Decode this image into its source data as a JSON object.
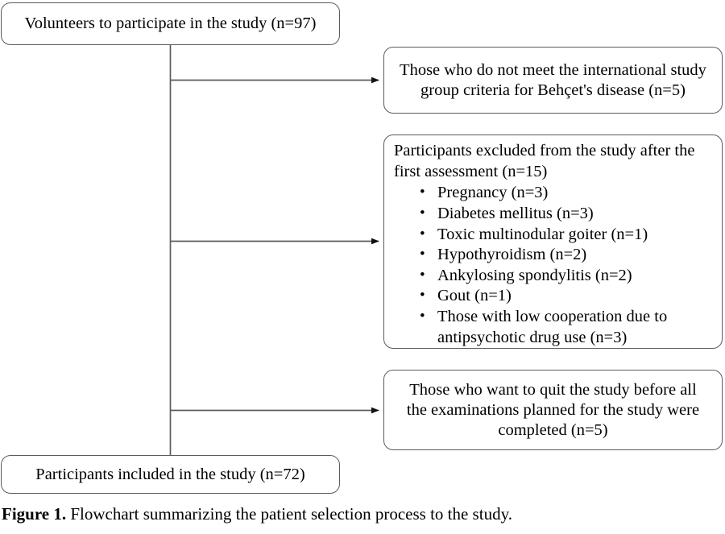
{
  "figure": {
    "caption_label": "Figure 1.",
    "caption_text": " Flowchart summarizing the patient selection process to the study."
  },
  "flowchart": {
    "type": "flowchart",
    "orientation": "vertical-with-right-branches",
    "line_color": "#5b5b5b",
    "text_color": "#000000",
    "background_color": "#ffffff",
    "nodes": {
      "enrolled": {
        "label": "Volunteers to participate in the study (n=97)",
        "n": 97,
        "role": "start"
      },
      "excluded_criteria": {
        "label": "Those who do not meet the international study group criteria for Behçet's disease (n=5)",
        "line1": "Those who do not meet the international study",
        "line2": "group criteria for Behçet's disease (n=5)",
        "n": 5,
        "role": "exclusion"
      },
      "excluded_first_assessment": {
        "heading_line1": "Participants excluded from the study after the",
        "heading_line2": "first assessment (n=15)",
        "n": 15,
        "role": "exclusion",
        "bullet_glyph": "•",
        "items": [
          {
            "label": "Pregnancy (n=3)",
            "n": 3
          },
          {
            "label": "Diabetes mellitus (n=3)",
            "n": 3
          },
          {
            "label": "Toxic multinodular goiter (n=1)",
            "n": 1
          },
          {
            "label": "Hypothyroidism (n=2)",
            "n": 2
          },
          {
            "label": "Ankylosing spondylitis (n=2)",
            "n": 2
          },
          {
            "label": "Gout (n=1)",
            "n": 1
          },
          {
            "label": "Those with low cooperation due to antipsychotic drug use (n=3)",
            "line1": "Those with low cooperation due to",
            "line2": "antipsychotic drug use (n=3)",
            "n": 3
          }
        ]
      },
      "excluded_quit": {
        "label": "Those who want to quit the study before all the examinations planned for the study were completed (n=5)",
        "line1": "Those who want to quit the study before all",
        "line2": "the examinations planned for the study were",
        "line3": "completed (n=5)",
        "n": 5,
        "role": "exclusion"
      },
      "included": {
        "label": "Participants included in the study (n=72)",
        "n": 72,
        "role": "end"
      }
    },
    "edges": [
      {
        "from": "enrolled",
        "to": "excluded_criteria",
        "arrow": true
      },
      {
        "from": "enrolled",
        "to": "excluded_first_assessment",
        "arrow": true
      },
      {
        "from": "enrolled",
        "to": "excluded_quit",
        "arrow": true
      },
      {
        "from": "enrolled",
        "to": "included",
        "arrow": false
      }
    ]
  }
}
